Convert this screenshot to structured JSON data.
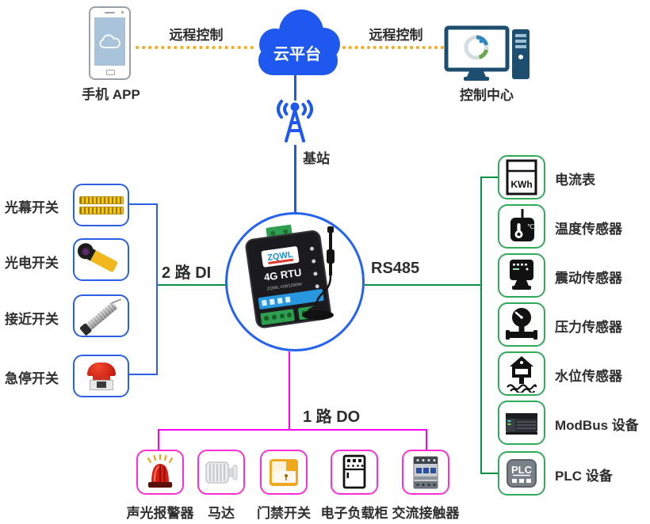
{
  "colors": {
    "blue": "#1f58ee",
    "blue_border": "#2a61e4",
    "navy": "#1d4e70",
    "green_line": "#079247",
    "green_border": "#33a95c",
    "magenta_line": "#ff00f2",
    "magenta_border": "#ff2fd7",
    "dash_orange": "#f7a81b",
    "text": "#2e2e2e"
  },
  "top": {
    "phone_label": "手机 APP",
    "cloud_label": "云平台",
    "control_center_label": "控制中心",
    "remote_left_label": "远程控制",
    "remote_right_label": "远程控制",
    "base_station_label": "基站"
  },
  "device": {
    "brand": "ZQWL",
    "name": "4G RTU",
    "model": "ZQWL-GW1200W"
  },
  "links": {
    "di_label": "2 路 DI",
    "rs485_label": "RS485",
    "do_label": "1 路 DO"
  },
  "left_group": {
    "items": [
      {
        "label": "光幕开关",
        "icon": "light-curtain-icon"
      },
      {
        "label": "光电开关",
        "icon": "photoelectric-switch-icon"
      },
      {
        "label": "接近开关",
        "icon": "proximity-switch-icon"
      },
      {
        "label": "急停开关",
        "icon": "emergency-stop-icon"
      }
    ]
  },
  "right_group": {
    "items": [
      {
        "label": "电流表",
        "icon": "kwh-meter-icon",
        "icon_text": "KWh"
      },
      {
        "label": "温度传感器",
        "icon": "temperature-sensor-icon",
        "icon_text": "℃"
      },
      {
        "label": "震动传感器",
        "icon": "vibration-sensor-icon"
      },
      {
        "label": "压力传感器",
        "icon": "pressure-sensor-icon"
      },
      {
        "label": "水位传感器",
        "icon": "water-level-sensor-icon"
      },
      {
        "label": "ModBus 设备",
        "icon": "modbus-device-icon"
      },
      {
        "label": "PLC 设备",
        "icon": "plc-device-icon",
        "icon_text": "PLC"
      }
    ]
  },
  "bottom_group": {
    "items": [
      {
        "label": "声光报警器",
        "icon": "alarm-beacon-icon"
      },
      {
        "label": "马达",
        "icon": "motor-icon"
      },
      {
        "label": "门禁开关",
        "icon": "door-access-icon"
      },
      {
        "label": "电子负载柜",
        "icon": "load-cabinet-icon"
      },
      {
        "label": "交流接触器",
        "icon": "ac-contactor-icon"
      }
    ]
  }
}
